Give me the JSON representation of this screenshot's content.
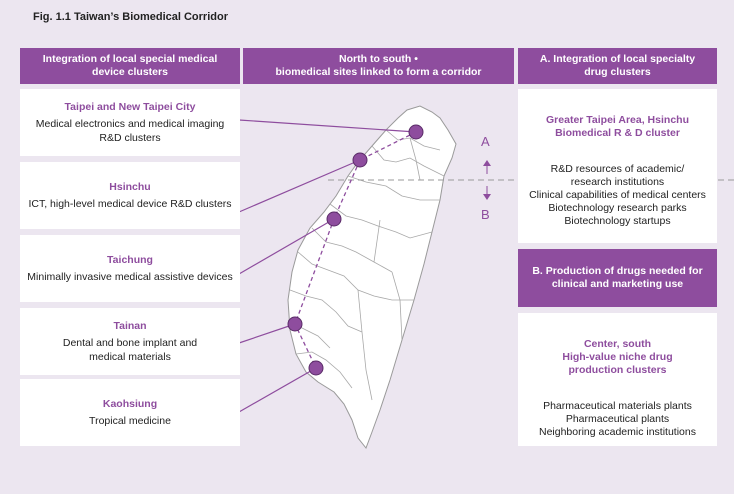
{
  "figure_title": "Fig. 1.1 Taiwan’s Biomedical Corridor",
  "headers": {
    "left": "Integration of local special medical\ndevice clusters",
    "center": "North to south •\nbiomedical sites linked to form a corridor",
    "right": "A. Integration of local specialty\ndrug clusters"
  },
  "cities": [
    {
      "name": "Taipei and New Taipei City",
      "desc": "Medical electronics and medical imaging\nR&D clusters"
    },
    {
      "name": "Hsinchu",
      "desc": "ICT, high-level medical device R&D clusters"
    },
    {
      "name": "Taichung",
      "desc": "Minimally invasive medical assistive devices"
    },
    {
      "name": "Tainan",
      "desc": "Dental and bone implant and\nmedical materials"
    },
    {
      "name": "Kaohsiung",
      "desc": "Tropical medicine"
    }
  ],
  "regions": {
    "a": "A",
    "b": "B"
  },
  "right_panel": {
    "north": {
      "title": "Greater Taipei Area, Hsinchu\nBiomedical R & D cluster",
      "items": "R&D resources of academic/\nresearch institutions\nClinical capabilities of medical centers\nBiotechnology research parks\nBiotechnology startups"
    },
    "b_header": "B. Production of drugs needed for\nclinical and marketing use",
    "south": {
      "title": "Center, south\nHigh-value niche drug\nproduction clusters",
      "items": "Pharmaceutical materials plants\nPharmaceutical plants\nNeighboring academic institutions"
    }
  },
  "colors": {
    "accent": "#8e4d9e",
    "background": "#ece6f0",
    "map_fill": "#ffffff",
    "map_stroke": "#9a9a9a"
  }
}
